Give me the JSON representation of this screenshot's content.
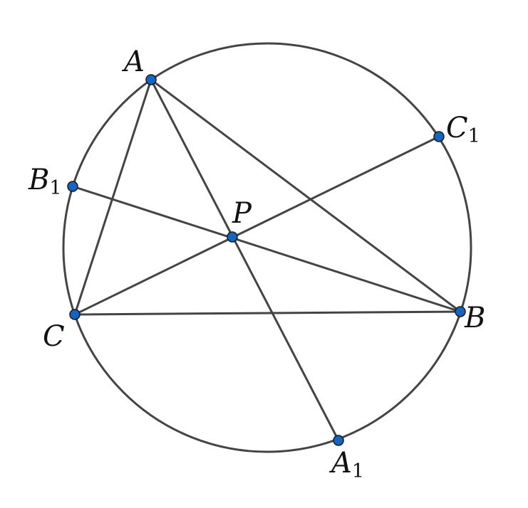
{
  "colors": {
    "stroke": "#444444",
    "point_fill": "#1565c0",
    "point_outline": "#1a1a1a",
    "background": "#ffffff"
  },
  "points": {
    "A": {
      "letter": "A",
      "sub": ""
    },
    "B": {
      "letter": "B",
      "sub": ""
    },
    "C": {
      "letter": "C",
      "sub": ""
    },
    "P": {
      "letter": "P",
      "sub": ""
    },
    "A1": {
      "letter": "A",
      "sub": "1"
    },
    "B1": {
      "letter": "B",
      "sub": "1"
    },
    "C1": {
      "letter": "C",
      "sub": "1"
    }
  }
}
